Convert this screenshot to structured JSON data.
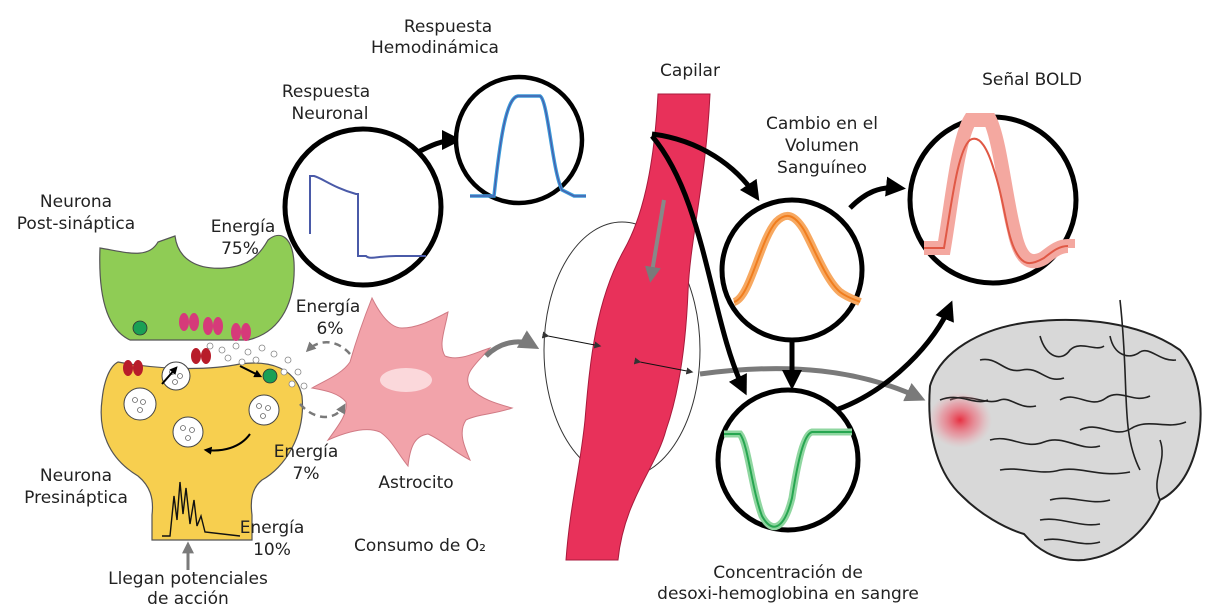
{
  "labels": {
    "respuesta_hemodinamica": [
      "Respuesta",
      "Hemodinámica"
    ],
    "capilar": "Capilar",
    "senal_bold": "Señal BOLD",
    "respuesta_neuronal": [
      "Respuesta",
      "Neuronal"
    ],
    "cambio_volumen": [
      "Cambio en el",
      "Volumen",
      "Sanguíneo"
    ],
    "neurona_post": [
      "Neurona",
      "Post-sináptica"
    ],
    "energia_75": [
      "Energía",
      "75%"
    ],
    "energia_6": [
      "Energía",
      "6%"
    ],
    "energia_7": [
      "Energía",
      "7%"
    ],
    "energia_10": [
      "Energía",
      "10%"
    ],
    "neurona_pre": [
      "Neurona",
      "Presináptica"
    ],
    "astrocito": "Astrocito",
    "consumo_o2": "Consumo de O₂",
    "potenciales": [
      "Llegan potenciales",
      "de acción"
    ],
    "desoxi": [
      "Concentración de",
      "desoxi-hemoglobina en sangre"
    ]
  },
  "colors": {
    "neuron_post": "#8fcc55",
    "neuron_pre": "#f7cf4f",
    "astrocyte": "#f2a3aa",
    "capillary": "#e8315a",
    "neuronal_trace": "#4a5aa8",
    "hemodynamic_trace": "#3a9ad9",
    "volume_trace": "#f07d1e",
    "deoxy_trace": "#27a651",
    "bold_trace": "#e05845",
    "brain_fill": "#d8d8d8",
    "activation": "#e8283a"
  }
}
